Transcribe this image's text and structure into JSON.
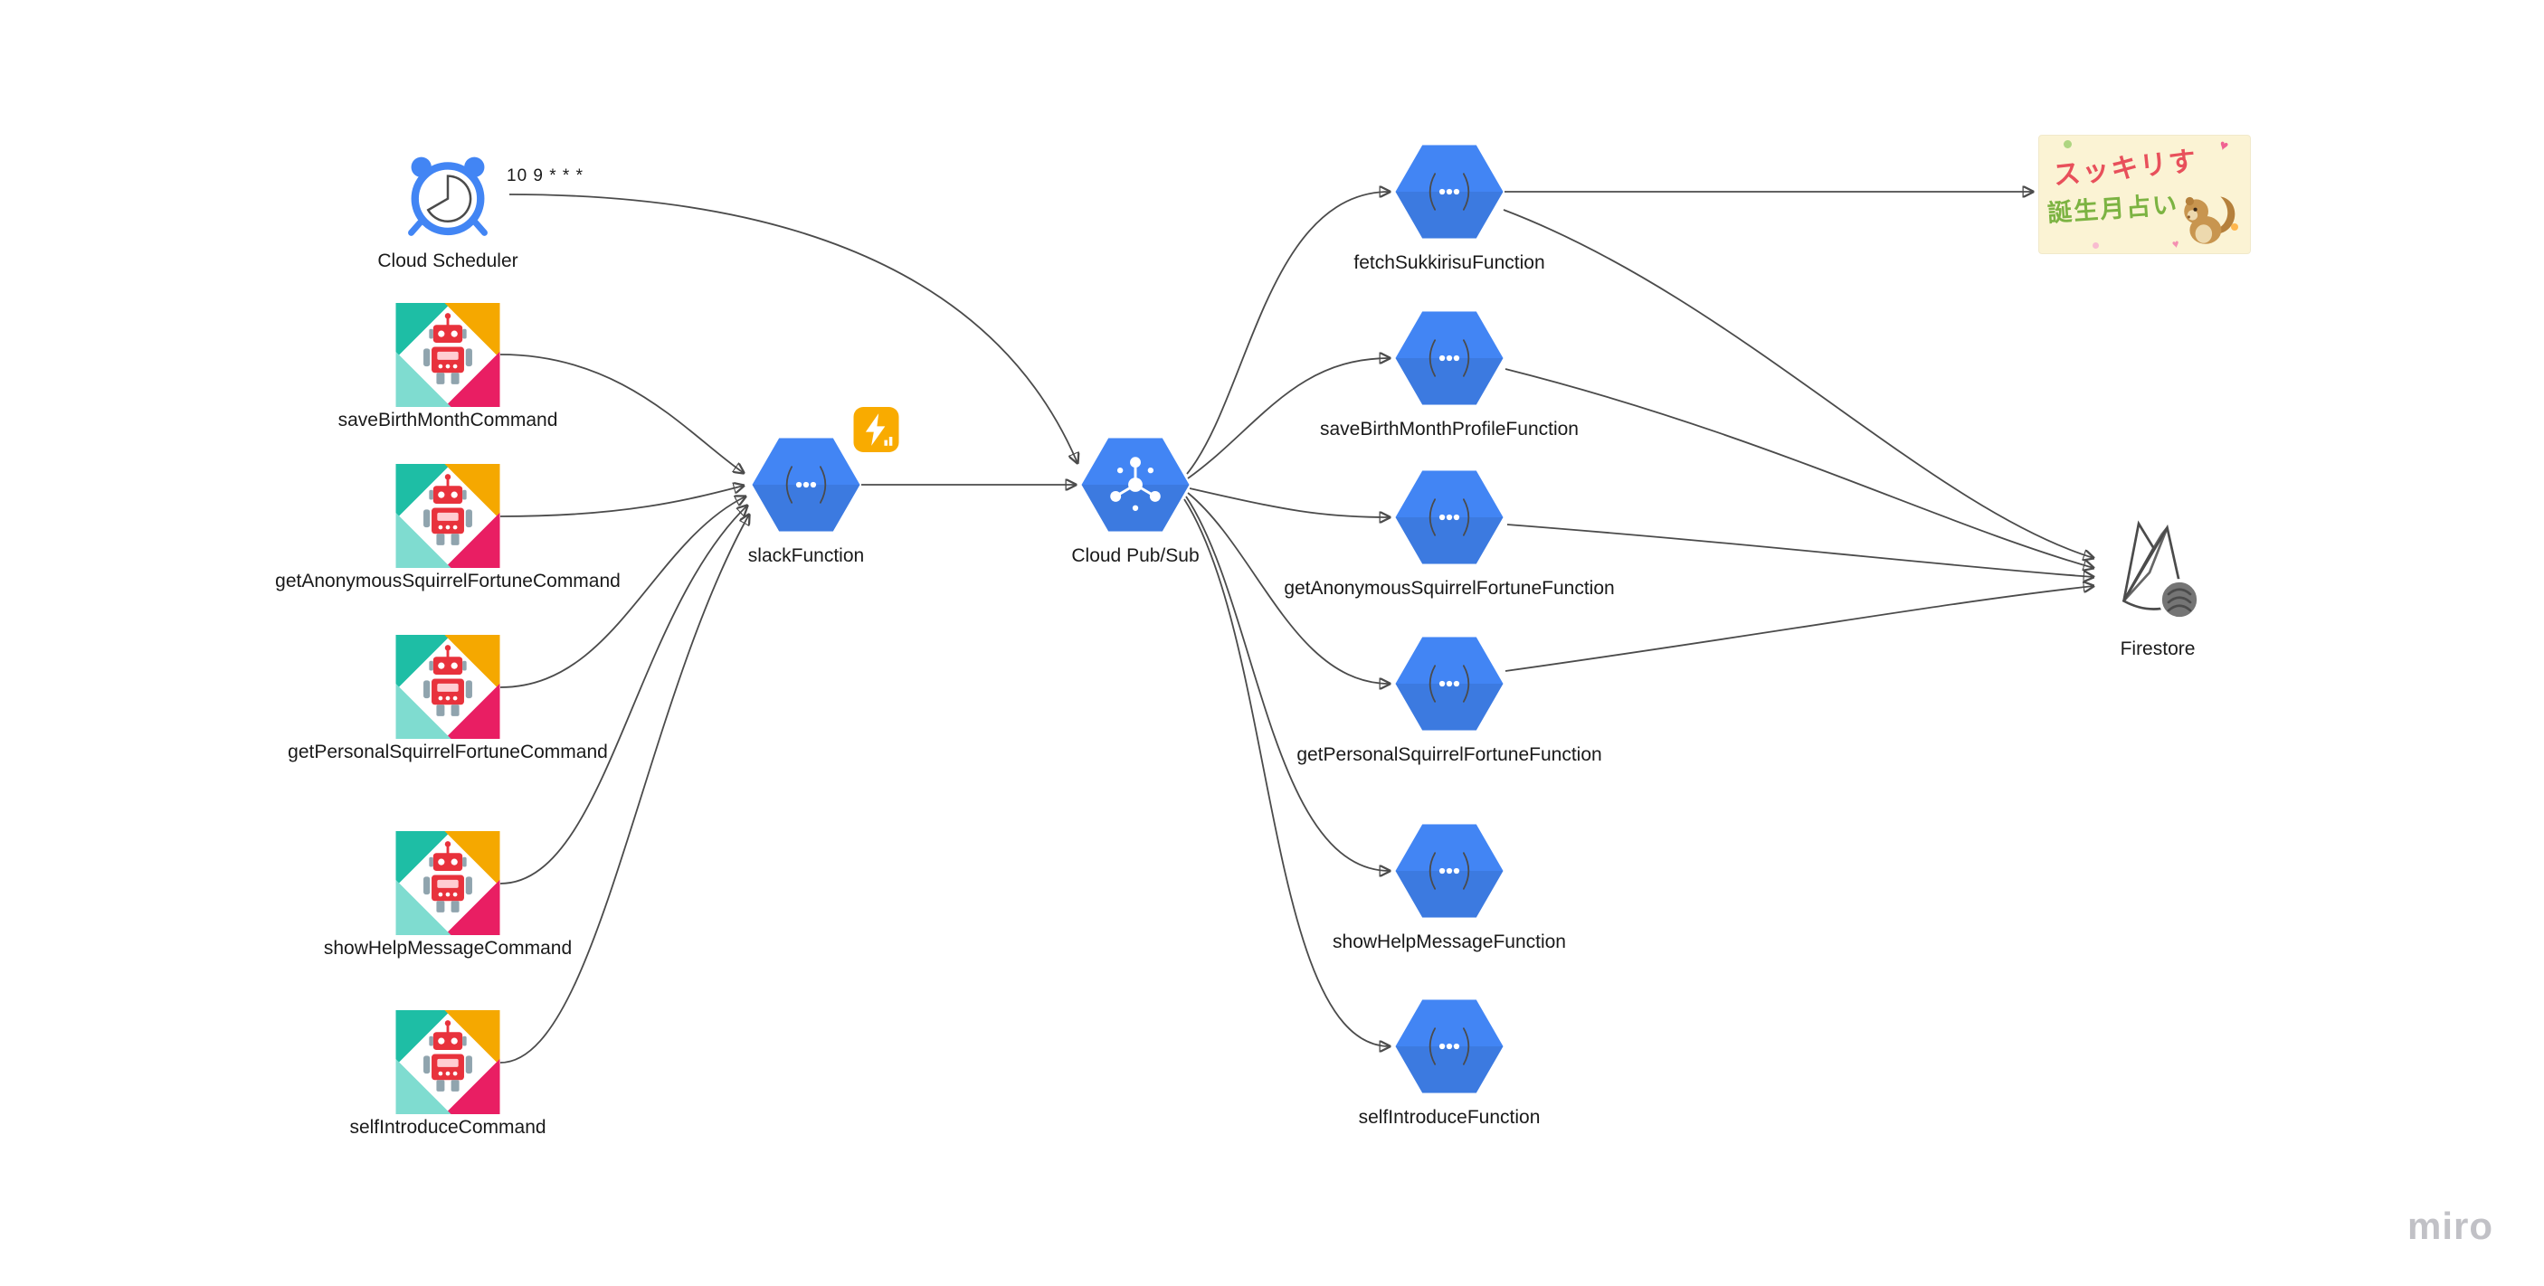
{
  "board": {
    "watermark": "miro",
    "background": "#FFFFFF"
  },
  "scheduler": {
    "label": "Cloud Scheduler",
    "schedule": "10 9 * * *"
  },
  "slack_commands": [
    "saveBirthMonthCommand",
    "getAnonymousSquirrelFortuneCommand",
    "getPersonalSquirrelFortuneCommand",
    "showHelpMessageCommand",
    "selfIntroduceCommand"
  ],
  "slack_function": {
    "label": "slackFunction"
  },
  "pubsub": {
    "label": "Cloud Pub/Sub"
  },
  "functions": [
    "fetchSukkirisuFunction",
    "saveBirthMonthProfileFunction",
    "getAnonymousSquirrelFortuneFunction",
    "getPersonalSquirrelFortuneFunction",
    "showHelpMessageFunction",
    "selfIntroduceFunction"
  ],
  "sukkirisu_card": {
    "title": "スッキリす",
    "subtitle": "誕生月占い"
  },
  "firestore": {
    "label": "Firestore"
  },
  "icons": {
    "scheduler": "alarm-clock-icon",
    "slack_commands": "slack-robot-icon",
    "slack_function_badge": "lightning-bolt-badge",
    "cloud_functions": "gcp-cloud-functions-hexagon-icon",
    "pubsub": "gcp-pubsub-hexagon-icon",
    "firestore": "firebase-flame-with-firestore-badge-icon",
    "card": "sukkirisu-fortune-picture"
  },
  "colors": {
    "gcp_blue": "#4285F4",
    "scheduler_pie": "#3949AB",
    "badge_orange": "#F9AB00",
    "slack_teal": "#1EBEA5",
    "slack_yellow": "#F5A800",
    "slack_pink": "#E91E63",
    "robot_red": "#E8323C",
    "firebase_amber": "#FFCA28",
    "firebase_orange": "#FFA000",
    "firestore_badge_gray": "#757575",
    "card_bg": "#FBF3D4",
    "card_title_red": "#E8505B",
    "card_subtitle_green": "#7CB342",
    "edge_gray": "#4B4B4B",
    "watermark_gray": "#C1C1C6"
  }
}
